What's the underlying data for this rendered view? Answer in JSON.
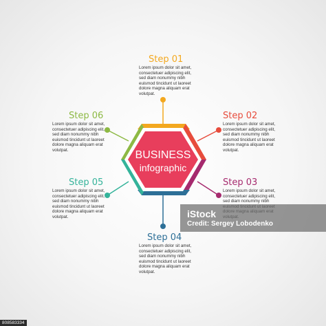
{
  "colors": {
    "step01": "#f3a81f",
    "step02": "#e74c3c",
    "step03": "#a62a6e",
    "step04": "#2d6f97",
    "step05": "#34b39a",
    "step06": "#8db944",
    "hexagon_fill": "#e83e5c"
  },
  "center": {
    "line1": "BUSINESS",
    "line2": "infographic"
  },
  "steps": [
    {
      "title": "Step 01",
      "text": "Lorem ipsum dolor sit amet,\nconsectetuer adipiscing elit,\nsed diam nonummy nibh\neuismod tincidunt ut laoreet\ndolore magna aliquam erat\nvolutpat."
    },
    {
      "title": "Step 02",
      "text": "Lorem ipsum dolor sit amet,\nconsectetuer adipiscing elit,\nsed diam nonummy nibh\neuismod tincidunt ut laoreet\ndolore magna aliquam erat\nvolutpat."
    },
    {
      "title": "Step 03",
      "text": "Lorem ipsum dolor sit amet,\nconsectetuer adipiscing elit,\nsed diam nonummy nibh\neuismod tincidunt ut laoreet\ndolore magna aliquam erat\nvolutpat."
    },
    {
      "title": "Step 04",
      "text": "Lorem ipsum dolor sit amet,\nconsectetuer adipiscing elit,\nsed diam nonummy nibh\neuismod tincidunt ut laoreet\ndolore magna aliquam erat\nvolutpat."
    },
    {
      "title": "Step 05",
      "text": "Lorem ipsum dolor sit amet,\nconsectetuer adipiscing elit,\nsed diam nonummy nibh\neuismod tincidunt ut laoreet\ndolore magna aliquam erat\nvolutpat."
    },
    {
      "title": "Step 06",
      "text": "Lorem ipsum dolor sit amet,\nconsectetuer adipiscing elit,\nsed diam nonummy nibh\neuismod tincidunt ut laoreet\ndolore magna aliquam erat\nvolutpat."
    }
  ],
  "watermark": {
    "brand": "iStock",
    "credit": "Credit: Sergey Lobodenko"
  },
  "stock_id": "808583334"
}
